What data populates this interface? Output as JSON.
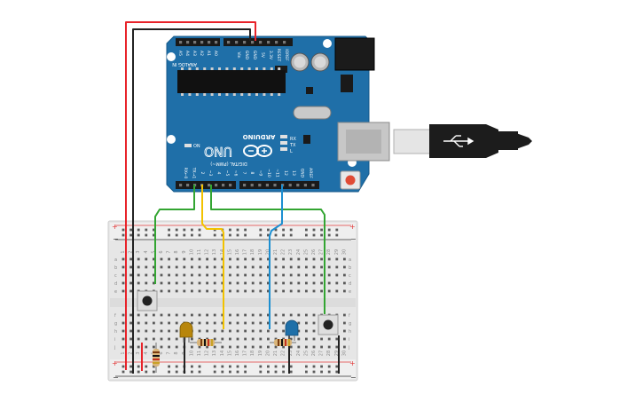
{
  "board": {
    "brand": "ARDUINO",
    "model": "UNO",
    "on_label": "ON",
    "tx_label": "TX",
    "rx_label": "RX",
    "l_label": "L",
    "power_header_title": "POWER",
    "analog_header_title": "ANALOG IN",
    "digital_header_title": "DIGITAL (PWM~)",
    "power_pins": [
      "IOREF",
      "RESET",
      "3.3V",
      "5V",
      "GND",
      "GND",
      "Vin"
    ],
    "analog_pins": [
      "A0",
      "A1",
      "A2",
      "A3",
      "A4",
      "A5"
    ],
    "digital_pins": [
      "AREF",
      "GND",
      "13",
      "12",
      "~11",
      "~10",
      "~9",
      "8",
      "7",
      "~6",
      "~5",
      "4",
      "~3",
      "2",
      "TX→1",
      "RX←0"
    ]
  },
  "breadboard": {
    "row_letters_top": [
      "a",
      "b",
      "c",
      "d",
      "e"
    ],
    "row_letters_bottom": [
      "f",
      "g",
      "h",
      "i",
      "j"
    ],
    "column_numbers": [
      "1",
      "2",
      "3",
      "4",
      "5",
      "6",
      "7",
      "8",
      "9",
      "10",
      "11",
      "12",
      "13",
      "14",
      "15",
      "16",
      "17",
      "18",
      "19",
      "20",
      "21",
      "22",
      "23",
      "24",
      "25",
      "26",
      "27",
      "28",
      "29",
      "30"
    ],
    "rail_plus": "+",
    "rail_minus": "−"
  },
  "components": {
    "led_yellow_color": "#b8860b",
    "led_blue_color": "#1e6fa8"
  },
  "colors": {
    "board": "#1f6fa8",
    "wire_red": "#e8232a",
    "wire_black": "#222222",
    "wire_green": "#33a532",
    "wire_yellow": "#f2c200",
    "wire_blue": "#1c8fd1"
  }
}
